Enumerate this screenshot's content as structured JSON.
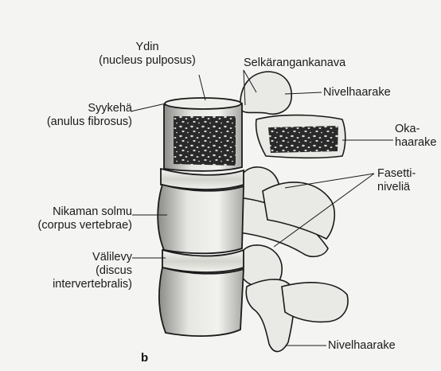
{
  "figure": {
    "panel_letter": "b",
    "labels": {
      "ydin_l1": "Ydin",
      "ydin_l2": "(nucleus pulposus)",
      "syykeha_l1": "Syykehä",
      "syykeha_l2": "(anulus fibrosus)",
      "selkarangankanava": "Selkärangankanava",
      "nivelhaarake_top": "Nivelhaarake",
      "oka_l1": "Oka-",
      "oka_l2": "haarake",
      "fasetti_l1": "Fasetti-",
      "fasetti_l2": "niveliä",
      "nikaman_l1": "Nikaman solmu",
      "nikaman_l2": "(corpus vertebrae)",
      "valilevy_l1": "Välilevy",
      "valilevy_l2": "(discus",
      "valilevy_l3": "intervertebralis)",
      "nivelhaarake_bottom": "Nivelhaarake"
    },
    "colors": {
      "background": "#f4f4f2",
      "ink": "#1a1a1a",
      "bone_shade": "#cfcfca",
      "disc": "#e8e8e4"
    }
  }
}
